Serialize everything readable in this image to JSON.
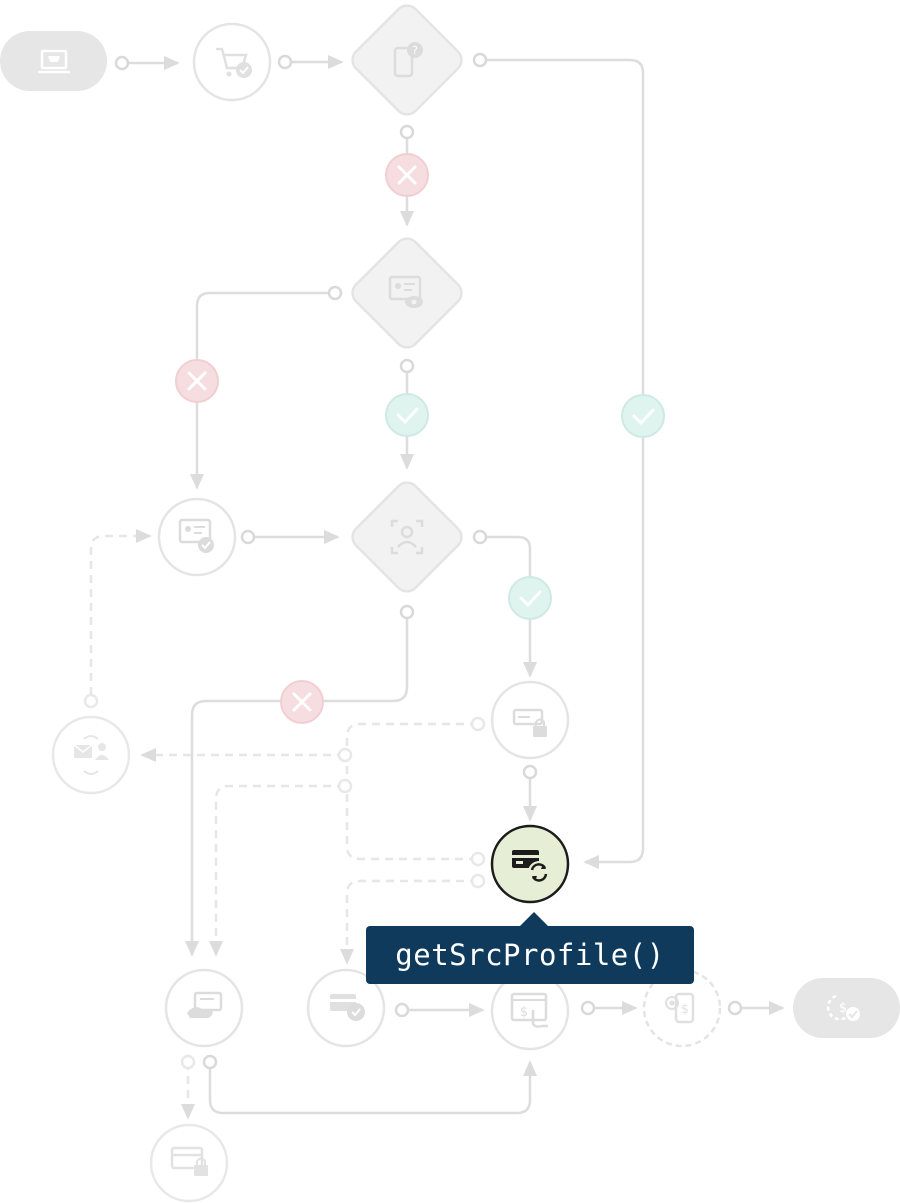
{
  "tooltip": {
    "label": "getSrcProfile()"
  },
  "nodes": {
    "start": {
      "icon": "laptop-cart-icon",
      "shape": "pill"
    },
    "cart": {
      "icon": "cart-check-icon",
      "shape": "circle"
    },
    "device_check": {
      "icon": "phone-question-icon",
      "shape": "diamond"
    },
    "identity_check": {
      "icon": "id-card-eye-icon",
      "shape": "diamond"
    },
    "face_scan": {
      "icon": "face-scan-icon",
      "shape": "diamond"
    },
    "id_verified": {
      "icon": "id-card-check-icon",
      "shape": "circle"
    },
    "mail_user": {
      "icon": "mail-user-sync-icon",
      "shape": "circle"
    },
    "secure_card": {
      "icon": "card-lock-icon",
      "shape": "circle"
    },
    "get_src_profile": {
      "icon": "card-refresh-icon",
      "shape": "circle",
      "active": true
    },
    "card_payment": {
      "icon": "card-hand-icon",
      "shape": "circle"
    },
    "card_check": {
      "icon": "card-check-icon",
      "shape": "circle"
    },
    "pay_screen": {
      "icon": "screen-dollar-icon",
      "shape": "circle"
    },
    "mobile_pay": {
      "icon": "mobile-pay-icon",
      "shape": "circle"
    },
    "card_locked": {
      "icon": "card-lock-icon",
      "shape": "circle"
    },
    "end": {
      "icon": "dollar-check-icon",
      "shape": "pill"
    }
  },
  "colors": {
    "active_fill": "#e6efd6",
    "active_stroke": "#1c1c1c",
    "inactive_fill": "#f2f2f2",
    "inactive_stroke": "#e4e4e4",
    "reject_fill": "#f6dde0",
    "approve_fill": "#dff3ef",
    "tooltip_bg": "#0f3a5c"
  }
}
